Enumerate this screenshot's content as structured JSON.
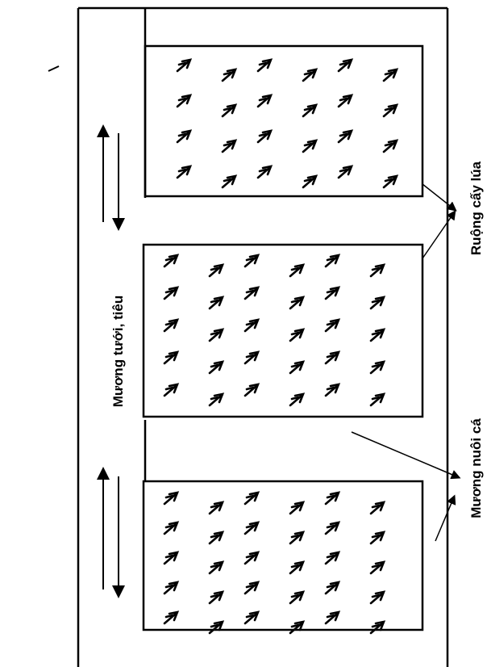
{
  "labels": {
    "canal": "Mương tưới, tiêu",
    "rice_field": "Ruộng cấy lúa",
    "fish_ditch": "Mương nuôi cá"
  },
  "colors": {
    "stroke": "#000000",
    "background": "#ffffff"
  },
  "field_blocks": [
    {
      "name": "rice-block-top",
      "plant_rows": 4,
      "plant_columns": 6
    },
    {
      "name": "rice-block-middle",
      "plant_rows": 5,
      "plant_columns": 6
    },
    {
      "name": "rice-block-bottom",
      "plant_rows": 5,
      "plant_columns": 6
    }
  ],
  "icons": {
    "plant": "rice-plant-icon",
    "flow": "double-arrow-icon"
  }
}
